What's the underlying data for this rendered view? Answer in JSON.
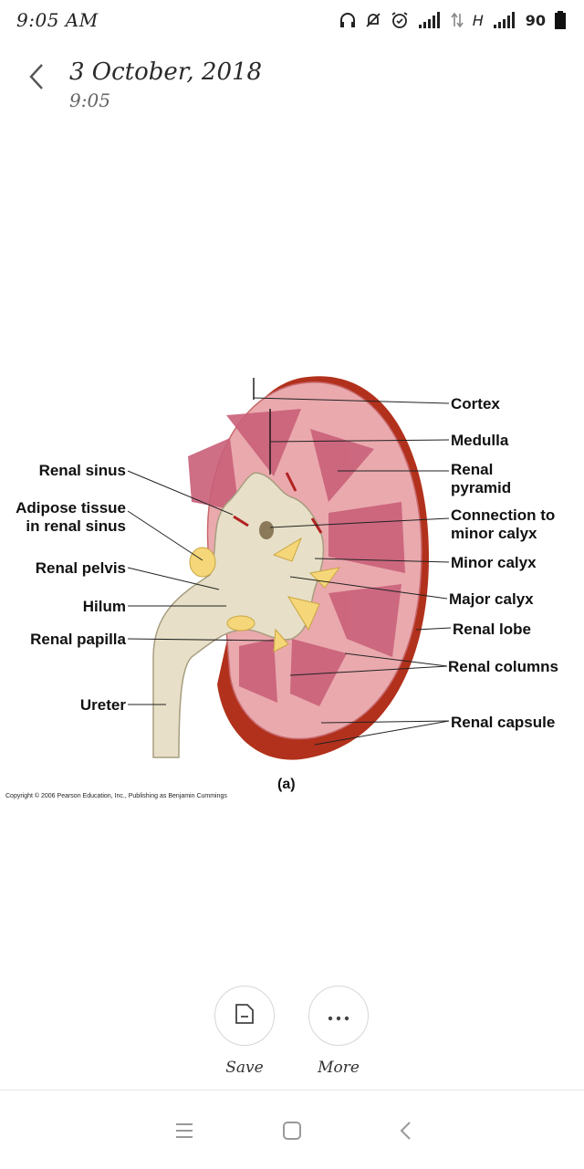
{
  "status_bar": {
    "time": "9:05 AM",
    "battery": "90",
    "network_label": "H"
  },
  "header": {
    "title": "3 October, 2018",
    "subtitle": "9:05"
  },
  "figure": {
    "labels_left": {
      "renal_sinus": "Renal sinus",
      "adipose_1": "Adipose tissue",
      "adipose_2": "in renal sinus",
      "renal_pelvis": "Renal pelvis",
      "hilum": "Hilum",
      "renal_papilla": "Renal papilla",
      "ureter": "Ureter"
    },
    "labels_right": {
      "cortex": "Cortex",
      "medulla": "Medulla",
      "renal_pyramid_1": "Renal",
      "renal_pyramid_2": "pyramid",
      "connection_1": "Connection to",
      "connection_2": "minor calyx",
      "minor_calyx": "Minor calyx",
      "major_calyx": "Major calyx",
      "renal_lobe": "Renal lobe",
      "renal_columns": "Renal columns",
      "renal_capsule": "Renal capsule"
    },
    "panel_label": "(a)",
    "copyright": "Copyright © 2006 Pearson Education, Inc., Publishing as Benjamin Cummings"
  },
  "actions": {
    "save_label": "Save",
    "more_label": "More"
  },
  "icons": {
    "back": "chevron-left-icon",
    "save": "document-icon",
    "more": "more-dots-icon",
    "nav_menu": "menu-icon",
    "nav_home": "home-square-icon",
    "nav_back": "back-triangle-icon"
  }
}
